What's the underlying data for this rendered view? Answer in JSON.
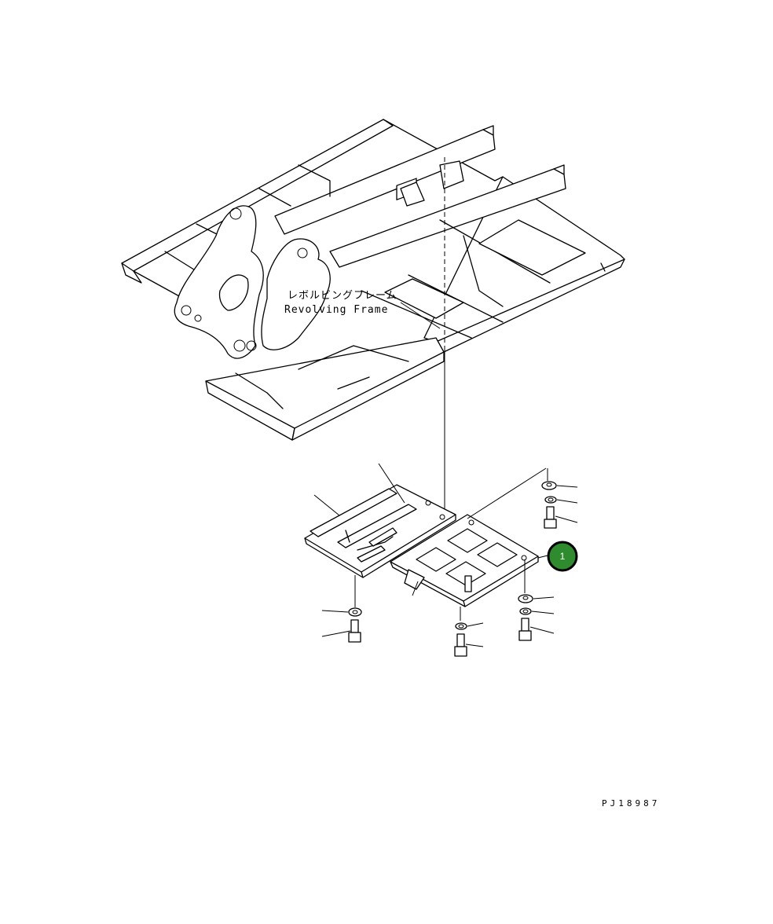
{
  "frame_label": {
    "japanese": "レボルビングフレーム",
    "english": "Revolving Frame"
  },
  "callout": {
    "number": "1",
    "fill_color": "#2e8b2e"
  },
  "drawing_code": "PJ18987"
}
